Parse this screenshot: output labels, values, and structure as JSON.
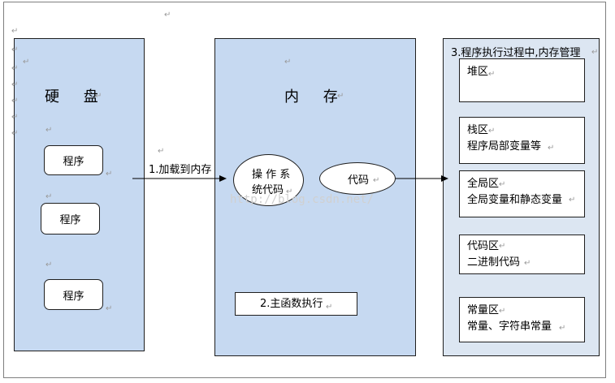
{
  "disk": {
    "title": "硬 盘",
    "programs": [
      "程序",
      "程序",
      "程序"
    ]
  },
  "memory": {
    "title": "内 存",
    "os_line1": "操 作 系",
    "os_line2": "统代码",
    "code": "代码",
    "main_exec": "2.主函数执行"
  },
  "edge_load": "1.加载到内存",
  "watermark": "http://blog.csdn.net/",
  "mem_manage": {
    "title": "3.程序执行过程中,内存管理",
    "heap": {
      "line1": "堆区"
    },
    "stack": {
      "line1": "栈区",
      "line2": "程序局部变量等"
    },
    "global": {
      "line1": "全局区",
      "line2": "全局变量和静态变量"
    },
    "code": {
      "line1": "代码区",
      "line2": "二进制代码"
    },
    "const": {
      "line1": "常量区",
      "line2": "常量、字符串常量"
    }
  },
  "para_mark": "↵",
  "colors": {
    "panel_blue": "#c6d9f1",
    "panel_light": "#dce6f2",
    "border": "#1f1f1f"
  }
}
